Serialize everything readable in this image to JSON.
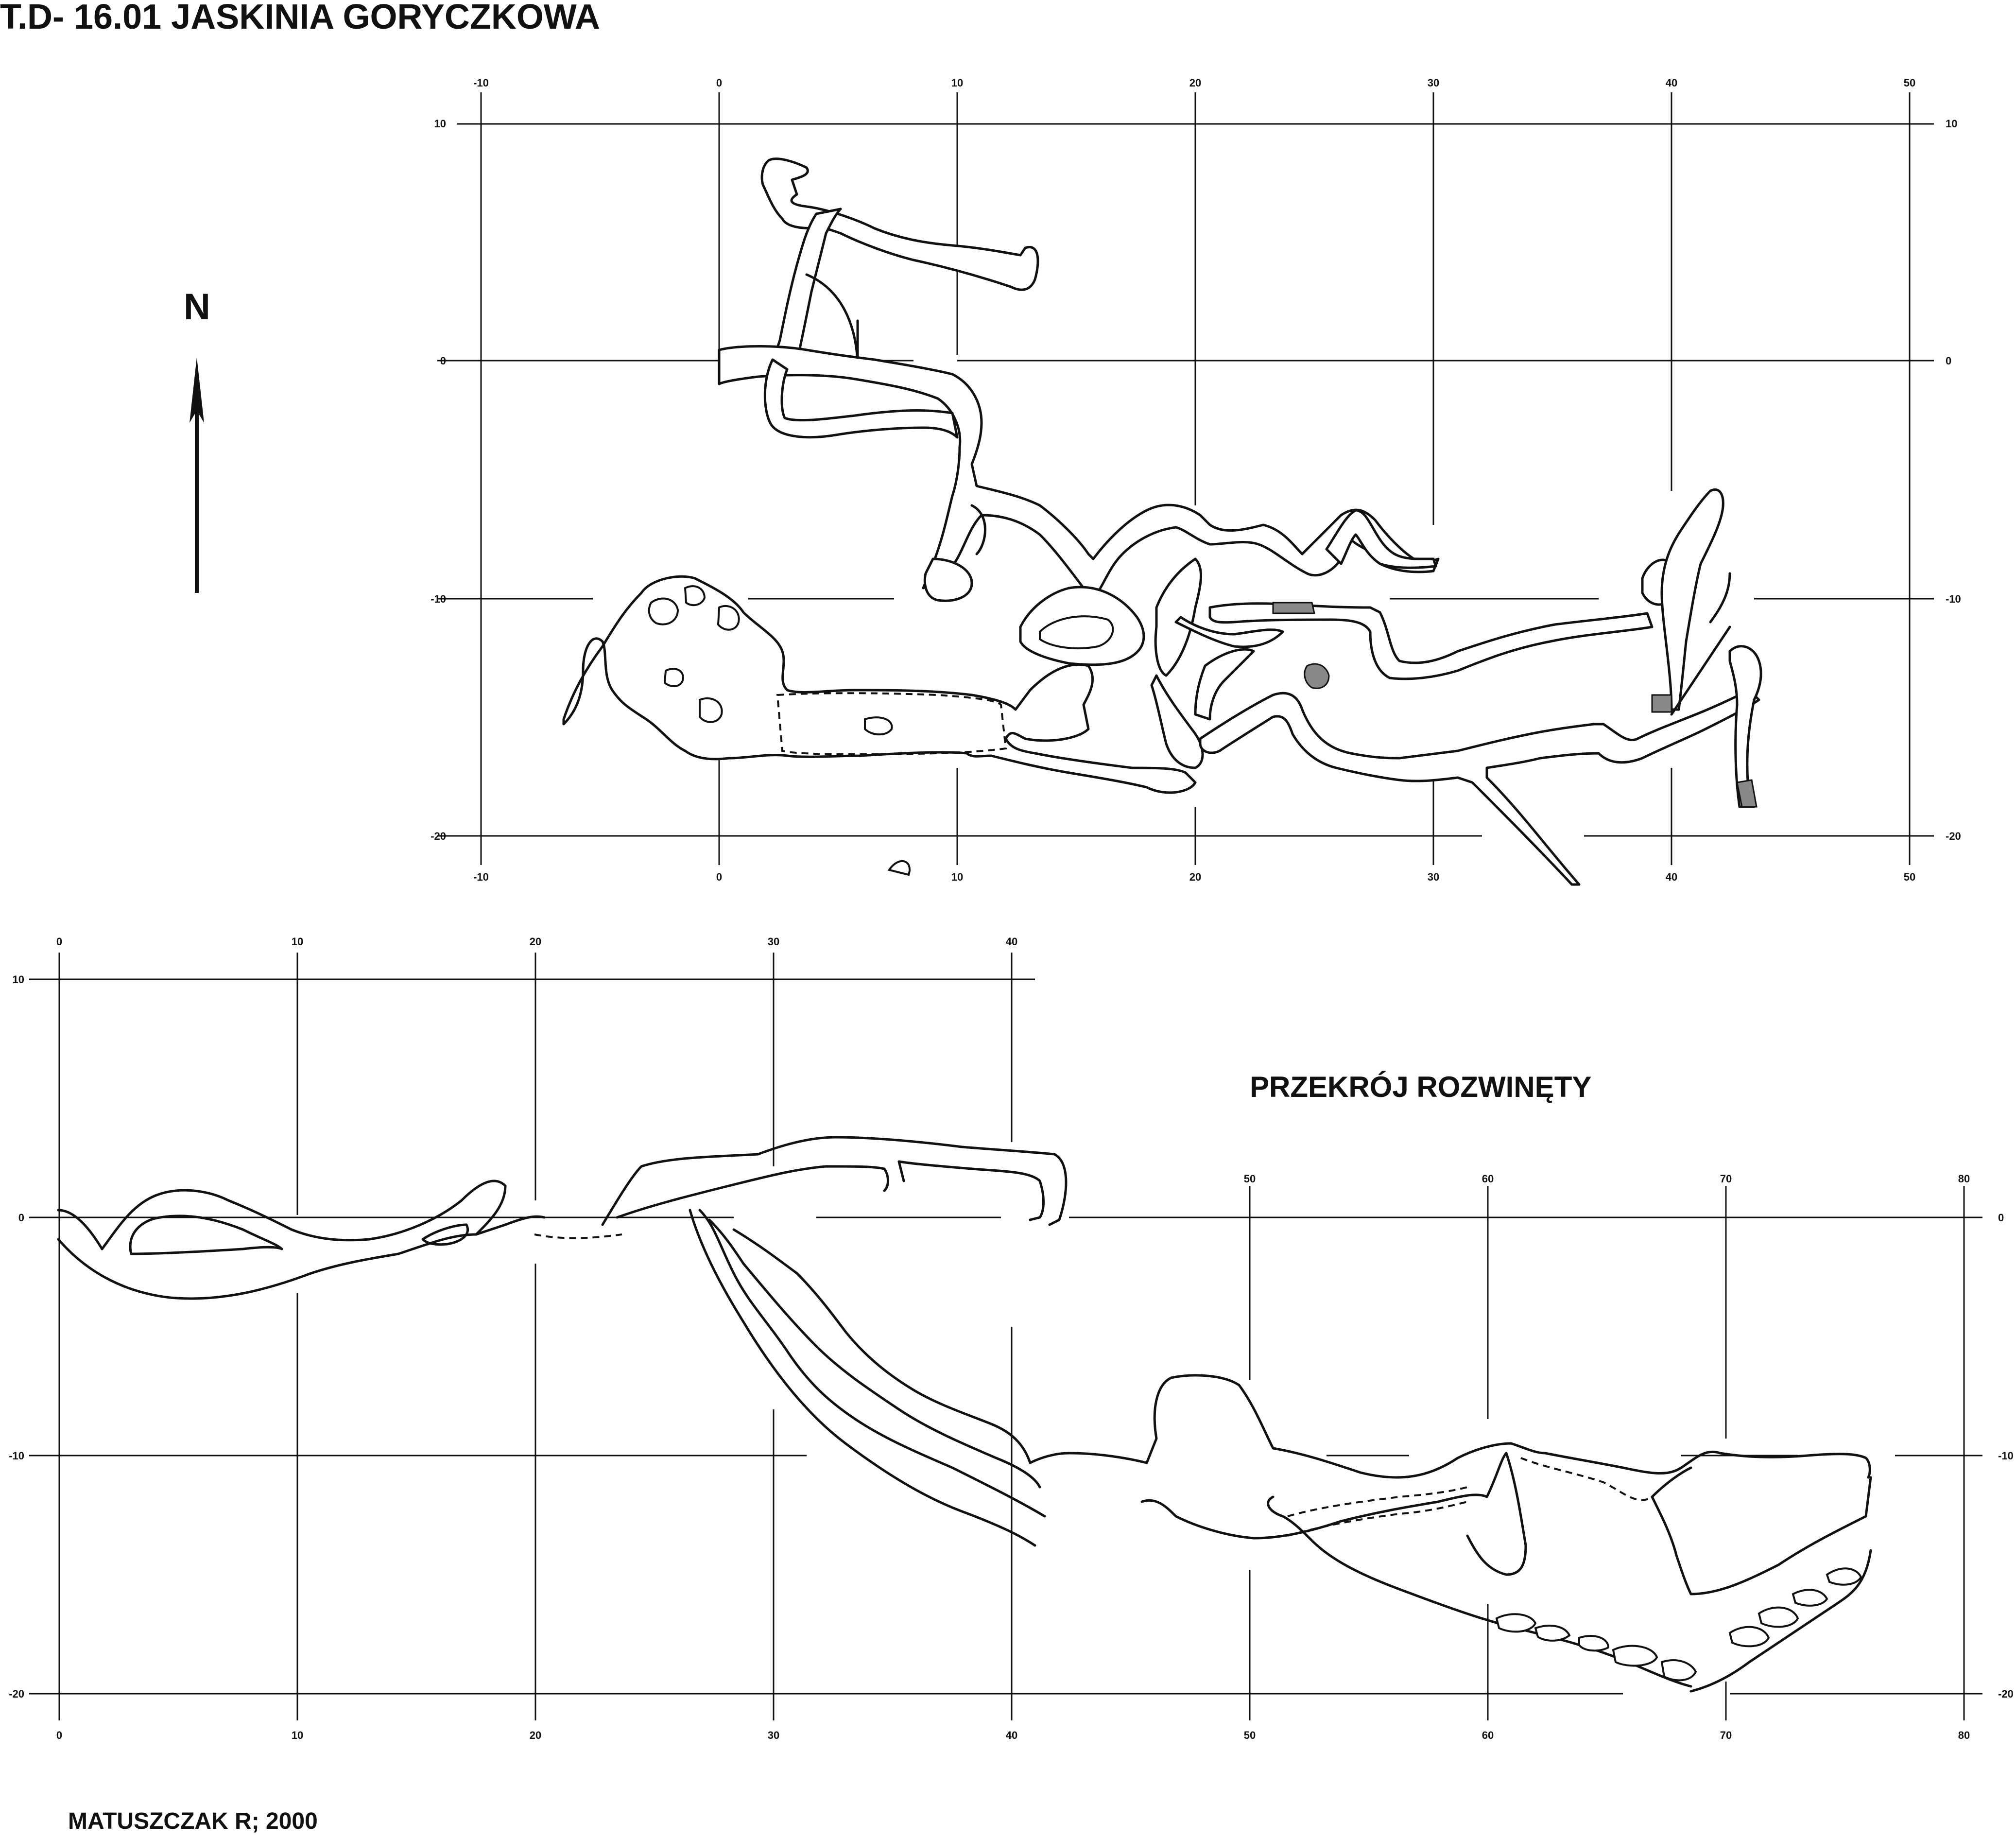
{
  "title": "T.D- 16.01 JASKINIA GORYCZKOWA",
  "north_label": "N",
  "section_title": "PRZEKRÓJ ROZWINĘTY",
  "author": "MATUSZCZAK R; 2000",
  "plan_grid": {
    "x_ticks": [
      "-10",
      "0",
      "10",
      "20",
      "30",
      "40",
      "50"
    ],
    "y_ticks": [
      "10",
      "0",
      "-10",
      "-20"
    ]
  },
  "section_grid": {
    "x_ticks_upper": [
      "0",
      "10",
      "20",
      "30",
      "40"
    ],
    "x_ticks_upper_right": [
      "50",
      "60",
      "70",
      "80"
    ],
    "x_ticks_bottom": [
      "0",
      "10",
      "20",
      "30",
      "40",
      "50",
      "60",
      "70",
      "80"
    ],
    "y_ticks_left": [
      "10",
      "0",
      "-10",
      "-20"
    ],
    "y_ticks_right": [
      "0",
      "-10",
      "-20"
    ]
  },
  "colors": {
    "ink": "#111111",
    "sediment": "#888888",
    "paper": "#ffffff"
  }
}
